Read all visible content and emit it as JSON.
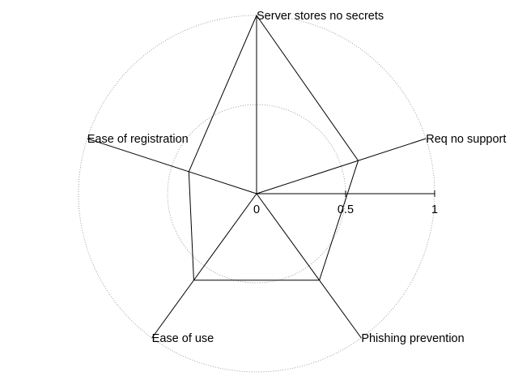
{
  "chart_data": {
    "type": "radar",
    "title": "",
    "axes": [
      "Server stores no secrets",
      "Req no support",
      "Phishing prevention",
      "Ease of use",
      "Ease of registration"
    ],
    "series": [
      {
        "name": "",
        "values": [
          1.0,
          0.6,
          0.6,
          0.6,
          0.4
        ]
      }
    ],
    "rlim": [
      0,
      1
    ],
    "r_ticks": [
      0,
      0.5,
      1
    ],
    "r_tick_labels": [
      "0",
      "0.5",
      "1"
    ],
    "grid_circles": [
      0.5,
      1
    ],
    "grid": true,
    "colors": {
      "line": "#000000",
      "grid": "#888888"
    }
  }
}
